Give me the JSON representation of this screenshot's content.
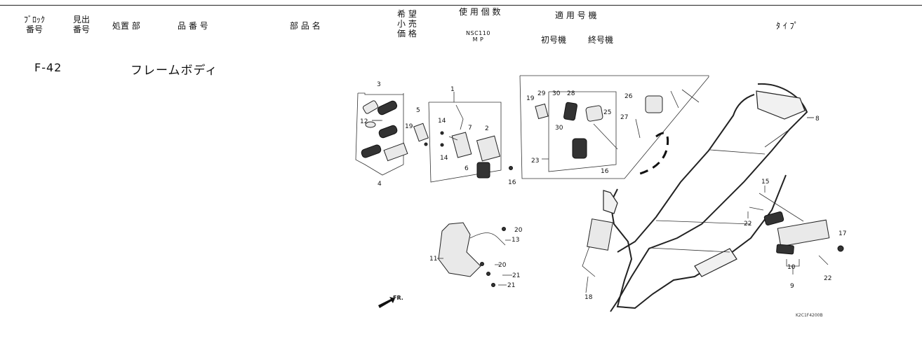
{
  "header": {
    "col_block": [
      "ﾌﾞﾛｯｸ",
      "番号"
    ],
    "col_midashi": [
      "見出",
      "番号"
    ],
    "col_shochi": "処置 部",
    "col_part_no": "品 番 号",
    "col_part_name": "部 品 名",
    "col_price": [
      "希 望",
      "小 売",
      "価 格"
    ],
    "col_qty": "使 用 個 数",
    "col_model": "NSC110",
    "col_model_sub": "M  P",
    "col_applicable": "適 用 号 機",
    "col_first": "初号機",
    "col_last": "終号機",
    "col_type": "ﾀ ｲ ﾌﾟ"
  },
  "section": {
    "code": "F-42",
    "name": "フレームボディ"
  },
  "diagram": {
    "callouts": [
      "1",
      "2",
      "3",
      "4",
      "5",
      "6",
      "7",
      "8",
      "9",
      "10",
      "11",
      "12",
      "13",
      "14",
      "14",
      "15",
      "16",
      "16",
      "17",
      "18",
      "19",
      "19",
      "20",
      "20",
      "21",
      "21",
      "22",
      "22",
      "23",
      "25",
      "26",
      "27",
      "28",
      "29",
      "30",
      "30"
    ],
    "direction_label": "FR.",
    "figure_code": "K2C1F4200B"
  }
}
